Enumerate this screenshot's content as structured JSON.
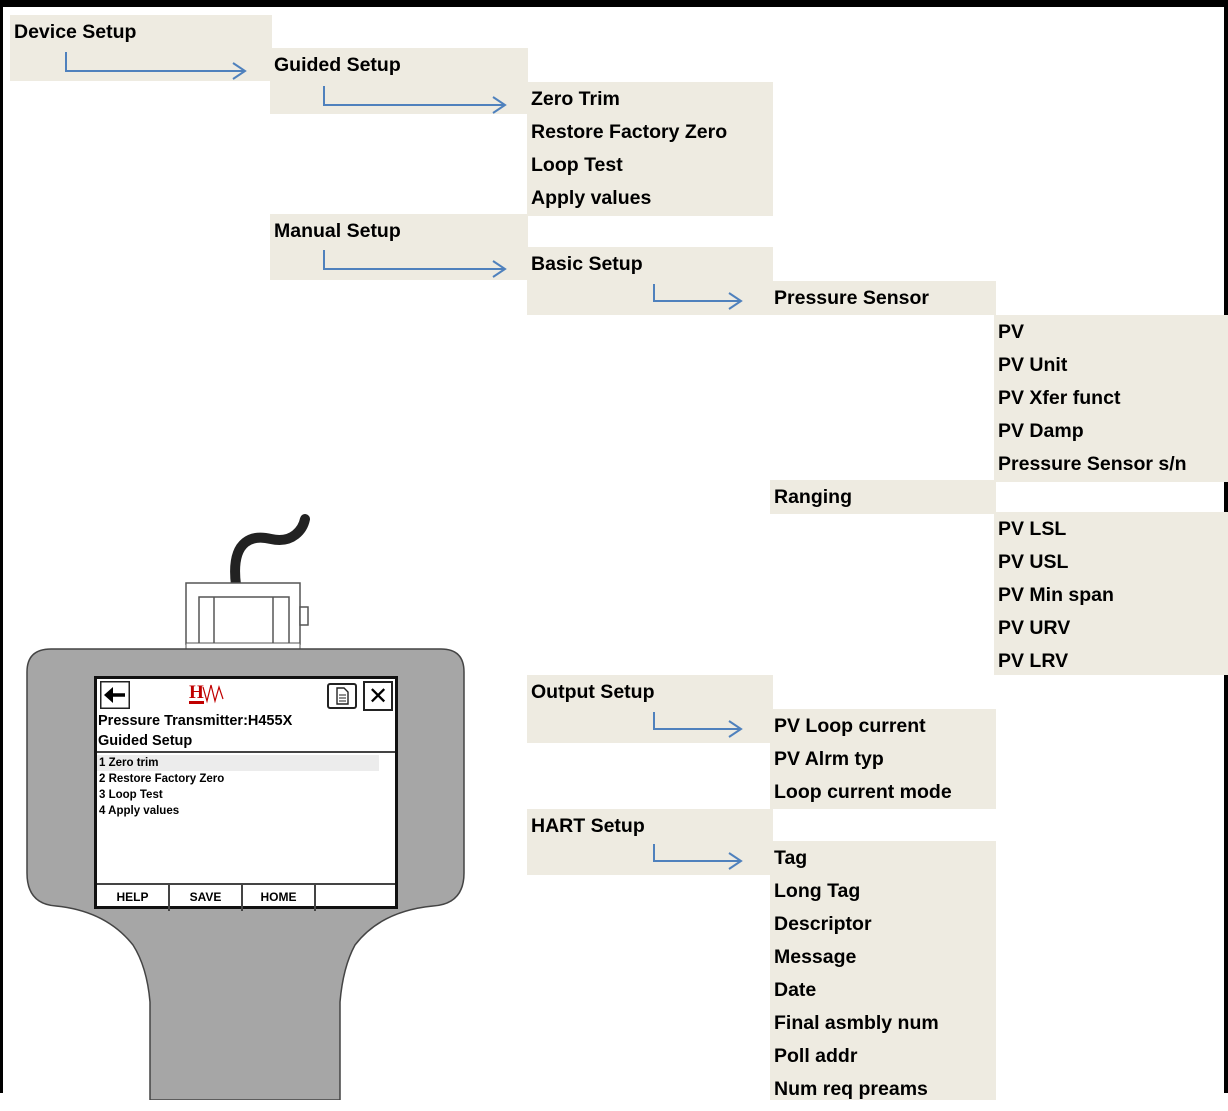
{
  "menu": {
    "device_setup": "Device Setup",
    "guided_setup": "Guided Setup",
    "guided_items": [
      "Zero Trim",
      "Restore Factory Zero",
      "Loop Test",
      "Apply values"
    ],
    "manual_setup": "Manual Setup",
    "basic_setup": "Basic Setup",
    "pressure_sensor": "Pressure Sensor",
    "pressure_sensor_items": [
      "PV",
      "PV Unit",
      "PV Xfer funct",
      "PV Damp",
      "Pressure Sensor s/n"
    ],
    "ranging": "Ranging",
    "ranging_items": [
      "PV LSL",
      "PV USL",
      "PV Min span",
      "PV URV",
      "PV LRV"
    ],
    "output_setup": "Output Setup",
    "output_items": [
      "PV Loop current",
      "PV Alrm typ",
      "Loop current mode"
    ],
    "hart_setup": "HART Setup",
    "hart_items": [
      "Tag",
      "Long Tag",
      "Descriptor",
      "Message",
      "Date",
      "Final asmbly num",
      "Poll addr",
      "Num req preams"
    ]
  },
  "device": {
    "screen_title": "Pressure Transmitter:H455X",
    "screen_subtitle": "Guided Setup",
    "list": [
      "1 Zero trim",
      "2 Restore Factory Zero",
      "3 Loop Test",
      "4 Apply values"
    ],
    "buttons": [
      "HELP",
      "SAVE",
      "HOME"
    ],
    "close_symbol": "✕",
    "logo_letter": "H"
  },
  "colors": {
    "node_background": "#eeebe1",
    "arrow": "#4f81bd",
    "device_body": "#a6a6a6",
    "device_outline": "#444444"
  }
}
